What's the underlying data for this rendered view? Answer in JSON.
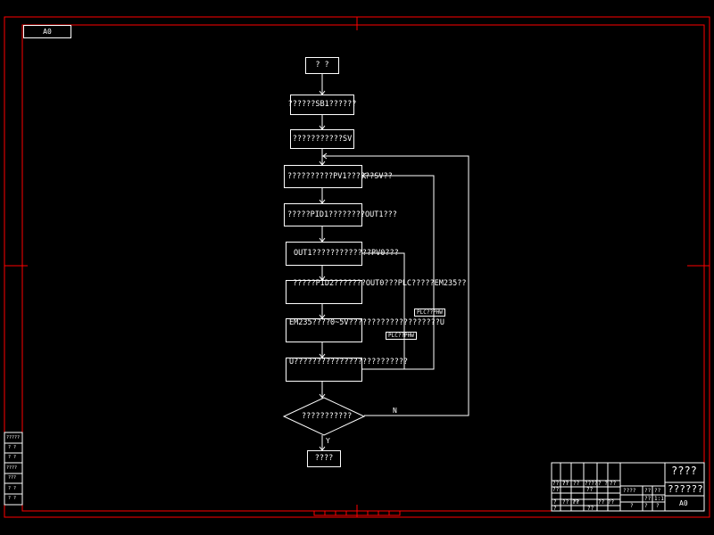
{
  "sheet": {
    "size_label": "A0"
  },
  "flowchart": {
    "start": "? ?",
    "step1": "??????SB1??????",
    "step2": "???????????SV",
    "step3": "??????????PV1??????SV??",
    "step4": "?????PID1????????OUT1???",
    "step5": "OUT1?????????????PV0???",
    "step6": "?????PID2???????OUT0???PLC?????EM235??",
    "step7": "EM235????0~5V????????????????????U",
    "step8": "U?????????????????????????",
    "decision": "???????????",
    "end": "????",
    "tag1": "PLC??PHW",
    "tag2": "PLC??PHW",
    "no_label": "N",
    "yes_label": "Y"
  },
  "title_block": {
    "drawing_name": "????",
    "drawing_name2": "??????",
    "sheet_size": "A0",
    "cells": [
      "?? ??",
      "??",
      "??",
      "????",
      "? ?",
      "??",
      "??",
      "??",
      "????",
      "??",
      "??",
      "?",
      "??",
      "1:1",
      "?",
      "?",
      "?",
      "?",
      "??",
      "?? ??",
      "??",
      "?? ??"
    ]
  },
  "side_table": {
    "rows": [
      "?????",
      "? ?",
      "? ?",
      "????",
      "???",
      "? ?",
      "? ?"
    ]
  },
  "colors": {
    "frame": "#ff0000",
    "lines": "#ffffff",
    "background": "#000000"
  }
}
